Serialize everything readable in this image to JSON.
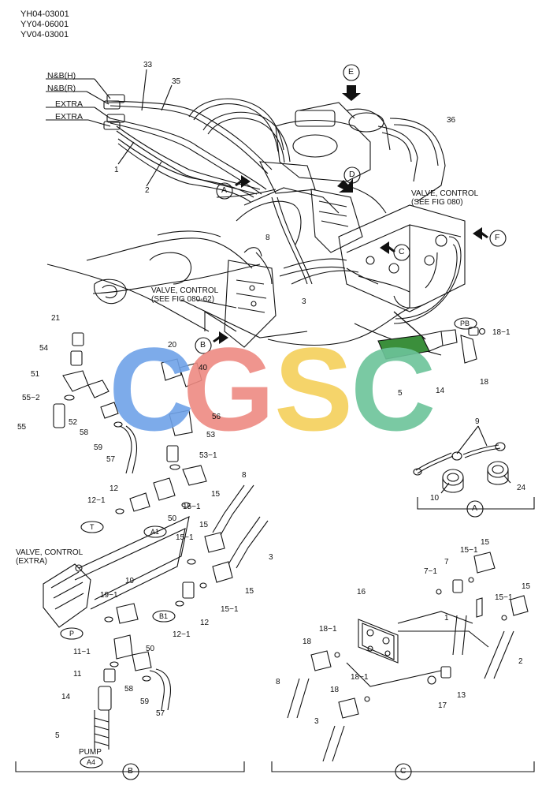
{
  "part_codes": [
    "YH04-03001",
    "YY04-06001",
    "YV04-03001"
  ],
  "hose_labels": [
    "N&B(H)",
    "N&B(R)",
    "EXTRA",
    "EXTRA"
  ],
  "view_arrows": [
    "E",
    "D",
    "A",
    "B",
    "C",
    "F"
  ],
  "valve_control_main": "VALVE, CONTROL\n(SEE FIG 080)",
  "valve_control_6062": "VALVE, CONTROL\n(SEE FIG 080-62)",
  "valve_control_extra": "VALVE, CONTROL\n(EXTRA)",
  "port_tags": {
    "pb": "PB",
    "t": "T",
    "a1": "A1",
    "p": "P",
    "b1": "B1",
    "a4": "A4"
  },
  "pump_label": "PUMP",
  "detail_titles": {
    "a": "A",
    "b": "B",
    "c": "C"
  },
  "watermark": "CGSC",
  "part_numbers": {
    "n33": "33",
    "n35": "35",
    "n36": "36",
    "n1": "1",
    "n2": "2",
    "n8": "8",
    "n3": "3",
    "n21": "21",
    "n54": "54",
    "n51": "51",
    "n55_2": "55−2",
    "n55": "55",
    "n52": "52",
    "n58": "58",
    "n59": "59",
    "n57": "57",
    "n20": "20",
    "n40": "40",
    "n56": "56",
    "n53": "53",
    "n53_1": "53−1",
    "n12": "12",
    "n12_1": "12−1",
    "n50": "50",
    "n15_1": "15−1",
    "n15": "15",
    "n5": "5",
    "n14": "14",
    "n18": "18",
    "n18_1": "18−1",
    "n9": "9",
    "n10": "10",
    "n24": "24",
    "b_8": "8",
    "b_15": "15",
    "b_15_1": "15−1",
    "b_3": "3",
    "b_15b": "15",
    "b_15_1b": "15−1",
    "b_12": "12",
    "b_12_1": "12−1",
    "b_19_1": "19−1",
    "b_19": "19",
    "b_11_1": "11−1",
    "b_11": "11",
    "b_50": "50",
    "b_58": "58",
    "b_59": "59",
    "b_57": "57",
    "b_14": "14",
    "b_5": "5",
    "c_7_1": "7−1",
    "c_7": "7",
    "c_15_1": "15−1",
    "c_15": "15",
    "c_16": "16",
    "c_18_1": "18−1",
    "c_18": "18",
    "c_1": "1",
    "c_15_1b": "15−1",
    "c_15b": "15",
    "c_2": "2",
    "c_8": "8",
    "c_18_1b": "18−1",
    "c_18b": "18",
    "c_17": "17",
    "c_13": "13",
    "c_3": "3"
  },
  "colors": {
    "wm_blue": "#6fa2e8",
    "wm_red": "#ee8a82",
    "wm_yellow": "#f5d05a",
    "wm_green": "#6cc49a",
    "hose_green": "#3b8f3b"
  }
}
